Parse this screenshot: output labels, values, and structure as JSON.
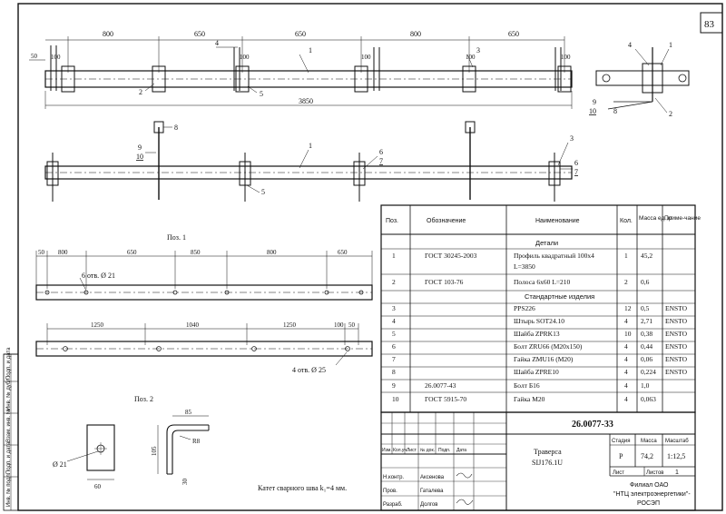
{
  "sheet_number": "83",
  "top_view": {
    "dims": [
      "800",
      "650",
      "650",
      "800",
      "650"
    ],
    "overall": "3850",
    "left_offset": "50",
    "post_labels": [
      "100",
      "100",
      "100",
      "100",
      "100"
    ],
    "callouts": [
      "1",
      "2",
      "3",
      "4",
      "5"
    ]
  },
  "side_view": {
    "callouts": [
      "1",
      "3",
      "5",
      "6",
      "7",
      "6",
      "7",
      "8",
      "9",
      "10"
    ]
  },
  "pos1": {
    "label": "Поз. 1",
    "top_dims": [
      "50",
      "800",
      "650",
      "850",
      "800",
      "650"
    ],
    "hole_note": "6 отв. Ø 21",
    "bottom_dims": [
      "1250",
      "1040",
      "1250",
      "100",
      "50"
    ],
    "hole_note2": "4 отв. Ø 25"
  },
  "pos2": {
    "label": "Поз. 2",
    "dia": "Ø 21",
    "w": "60",
    "top": "85",
    "r": "R8",
    "h": "105",
    "t": "30"
  },
  "weld_note": "Катет сварного шва k₁=4 мм.",
  "right_view": {
    "callouts": [
      "4",
      "1",
      "9",
      "10",
      "8",
      "2"
    ]
  },
  "spec_table": {
    "headers": [
      "Поз.",
      "Обозначение",
      "Наименование",
      "Кол.",
      "Масса ед.,кг",
      "Приме-чание"
    ],
    "sections": {
      "details": "Детали",
      "standard": "Стандартные изделия"
    },
    "rows": [
      {
        "pos": "1",
        "code": "ГОСТ 30245-2003",
        "name": "Профиль квадратный 100х4",
        "qty": "1",
        "mass": "45,2",
        "note": ""
      },
      {
        "pos": "",
        "code": "",
        "name": "L=3850",
        "qty": "",
        "mass": "",
        "note": ""
      },
      {
        "pos": "2",
        "code": "ГОСТ 103-76",
        "name": "Полоса 6х60 L=210",
        "qty": "2",
        "mass": "0,6",
        "note": ""
      },
      {
        "pos": "3",
        "code": "",
        "name": "PPS226",
        "qty": "12",
        "mass": "0,5",
        "note": "ENSTO"
      },
      {
        "pos": "4",
        "code": "",
        "name": "Штырь SOT24.10",
        "qty": "4",
        "mass": "2,71",
        "note": "ENSTO"
      },
      {
        "pos": "5",
        "code": "",
        "name": "Шайба ZPRK13",
        "qty": "10",
        "mass": "0,38",
        "note": "ENSTO"
      },
      {
        "pos": "6",
        "code": "",
        "name": "Болт ZRU66 (M20x150)",
        "qty": "4",
        "mass": "0,44",
        "note": "ENSTO"
      },
      {
        "pos": "7",
        "code": "",
        "name": "Гайка ZMU16 (M20)",
        "qty": "4",
        "mass": "0,06",
        "note": "ENSTO"
      },
      {
        "pos": "8",
        "code": "",
        "name": "Шайба ZPRE10",
        "qty": "4",
        "mass": "0,224",
        "note": "ENSTO"
      },
      {
        "pos": "9",
        "code": "26.0077-43",
        "name": "Болт Б16",
        "qty": "4",
        "mass": "1,0",
        "note": ""
      },
      {
        "pos": "10",
        "code": "ГОСТ 5915-70",
        "name": "Гайка М20",
        "qty": "4",
        "mass": "0,063",
        "note": ""
      }
    ]
  },
  "title_block": {
    "doc_code": "26.0077-33",
    "title": "Траверса",
    "subtitle": "SIJ176.1U",
    "stage_h": "Стадия",
    "mass_h": "Масса",
    "scale_h": "Масштаб",
    "stage": "Р",
    "mass": "74,2",
    "scale": "1:12,5",
    "sheet": "Лист",
    "sheets": "Листов",
    "sheets_n": "1",
    "org1": "Филиал ОАО",
    "org2": "\"НТЦ электроэнергетики\"-",
    "org3": "РОСЭП",
    "change_cols": [
      "Изм.",
      "Кол.уч.",
      "Лист",
      "№ док.",
      "Подп.",
      "Дата"
    ],
    "roles": [
      "Н.контр.",
      "Пров.",
      "Разраб."
    ],
    "names": [
      "Аксенова",
      "Гаталева",
      "Долгов"
    ]
  },
  "margin_labels": [
    "Инв. № подл.",
    "Подп. и дата",
    "Взам. инв. №",
    "Инв. № дубл.",
    "Подп. и дата"
  ]
}
